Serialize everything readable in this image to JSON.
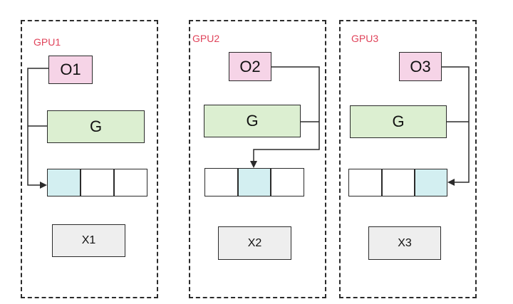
{
  "colors": {
    "label": "#e0435a",
    "output_fill": "#f6d4e7",
    "gradient_fill": "#dcefd1",
    "highlight_cell": "#d3eff1",
    "x_fill": "#eeeeee",
    "stroke": "#2b2b2b"
  },
  "panels": [
    {
      "label": "GPU1",
      "output": "O1",
      "gradient": "G",
      "input": "X1",
      "highlight_index": 0
    },
    {
      "label": "GPU2",
      "output": "O2",
      "gradient": "G",
      "input": "X2",
      "highlight_index": 1
    },
    {
      "label": "GPU3",
      "output": "O3",
      "gradient": "G",
      "input": "X3",
      "highlight_index": 2
    }
  ]
}
